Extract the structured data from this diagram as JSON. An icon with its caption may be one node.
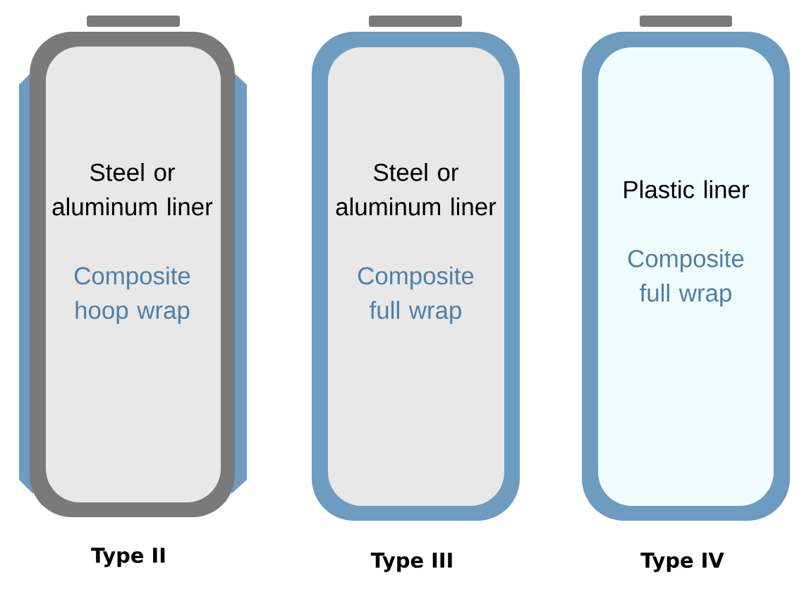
{
  "diagram": {
    "nodes": [
      {
        "text": [
          "Steel or aluminum liner",
          "Composite hoop wrap"
        ],
        "beside": [
          "Type II"
        ]
      },
      {
        "text": [
          "Steel or aluminum liner",
          "Composite full wrap"
        ],
        "beside": [
          "Type III"
        ]
      },
      {
        "text": [
          "Plastic liner",
          "Composite full wrap"
        ],
        "beside": [
          "Type IV"
        ]
      }
    ]
  }
}
